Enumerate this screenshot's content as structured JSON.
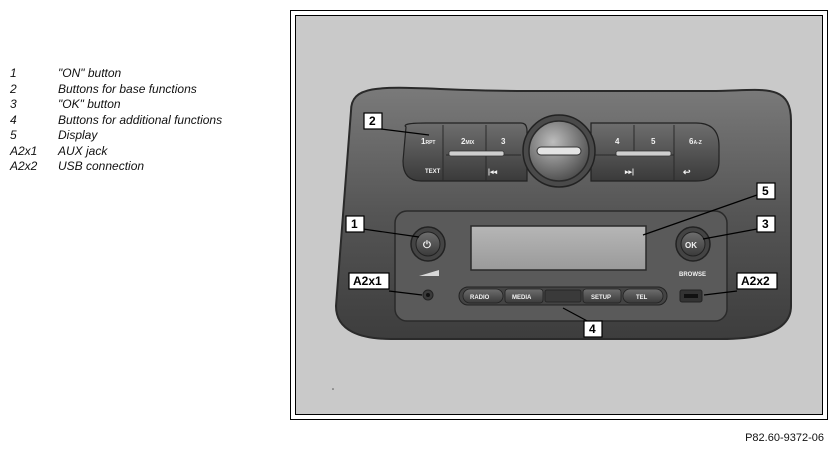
{
  "legend": [
    {
      "key": "1",
      "text": "\"ON\" button"
    },
    {
      "key": "2",
      "text": "Buttons for base functions"
    },
    {
      "key": "3",
      "text": "\"OK\" button"
    },
    {
      "key": "4",
      "text": "Buttons for additional functions"
    },
    {
      "key": "5",
      "text": "Display"
    },
    {
      "key": "A2x1",
      "text": "AUX jack"
    },
    {
      "key": "A2x2",
      "text": "USB connection"
    }
  ],
  "figure_ref": "P82.60-9372-06",
  "presets": {
    "b1": "1",
    "b1_sub": "RPT",
    "b2": "2",
    "b2_sub": "MIX",
    "b3": "3",
    "b4": "4",
    "b5": "5",
    "b6": "6",
    "b6_sub": "A-Z"
  },
  "labels": {
    "text": "TEXT",
    "ok": "OK",
    "browse": "BROWSE"
  },
  "function_buttons": {
    "radio": "RADIO",
    "media": "MEDIA",
    "setup": "SETUP",
    "tel": "TEL"
  },
  "callouts": {
    "c1": "1",
    "c2": "2",
    "c3": "3",
    "c4": "4",
    "c5": "5",
    "aux": "A2x1",
    "usb": "A2x2"
  }
}
